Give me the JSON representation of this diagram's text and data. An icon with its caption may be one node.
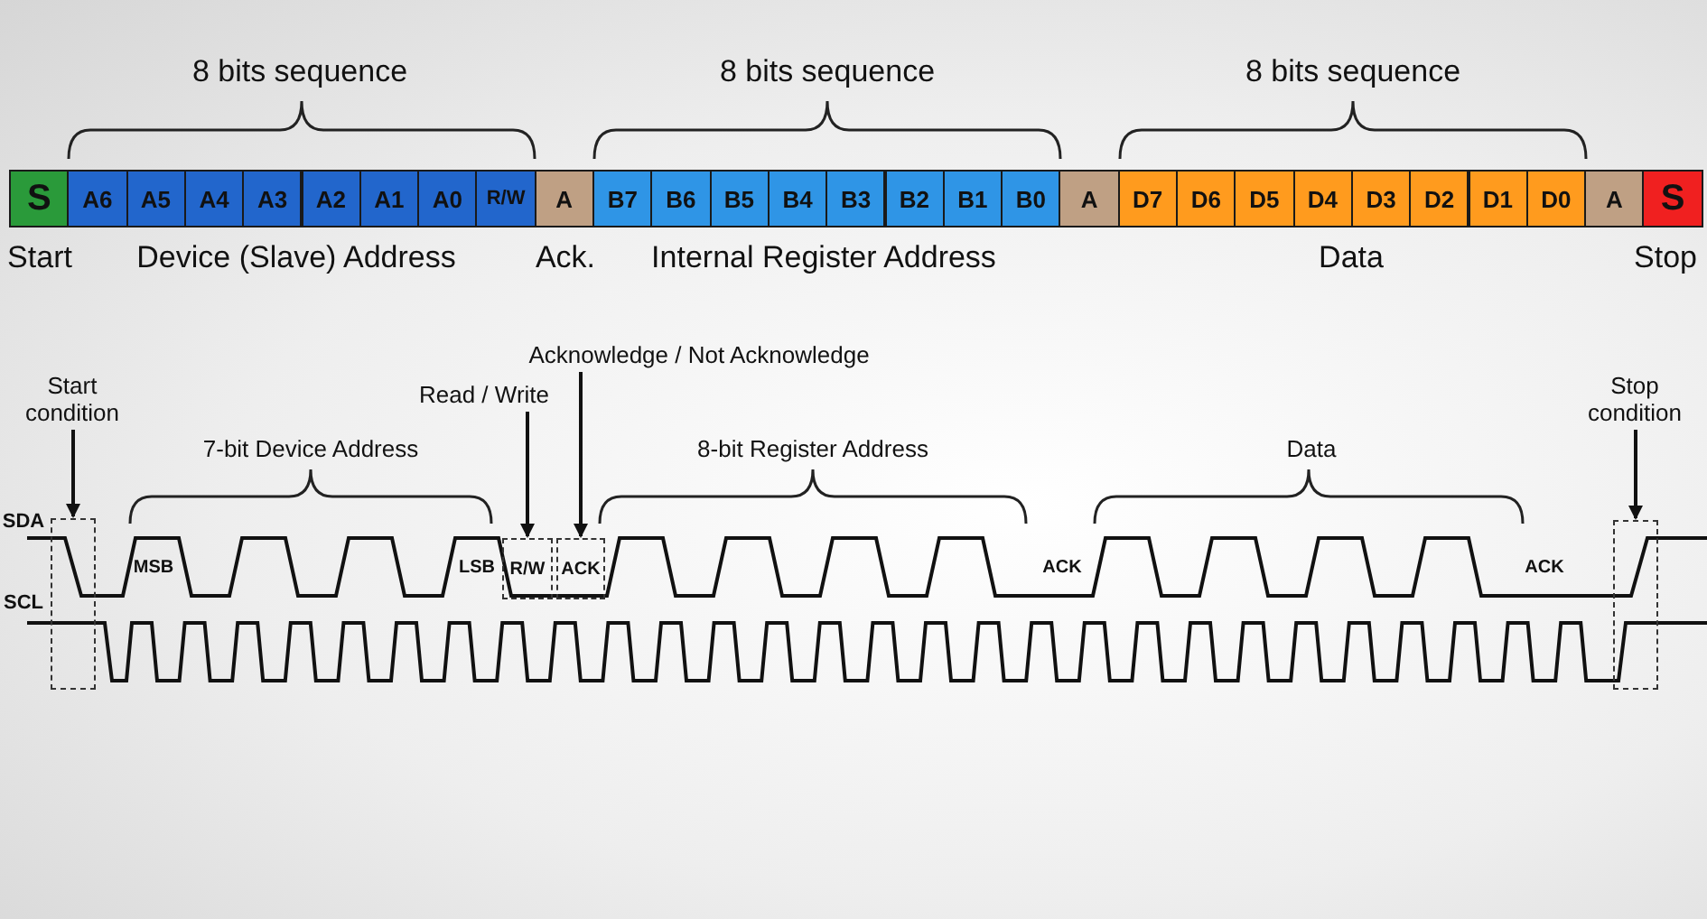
{
  "diagram": {
    "nodes": [
      {
        "text": [
          "S"
        ]
      },
      {
        "text": [
          "A6"
        ]
      },
      {
        "text": [
          "A5"
        ]
      },
      {
        "text": [
          "A4"
        ]
      },
      {
        "text": [
          "A3"
        ]
      },
      {
        "text": [
          "A2"
        ]
      },
      {
        "text": [
          "A1"
        ]
      },
      {
        "text": [
          "A0"
        ]
      },
      {
        "text": [
          "R/W"
        ]
      },
      {
        "text": [
          "A"
        ]
      },
      {
        "text": [
          "B7"
        ]
      },
      {
        "text": [
          "B6"
        ]
      },
      {
        "text": [
          "B5"
        ]
      },
      {
        "text": [
          "B4"
        ]
      },
      {
        "text": [
          "B3"
        ]
      },
      {
        "text": [
          "B2"
        ]
      },
      {
        "text": [
          "B1"
        ]
      },
      {
        "text": [
          "B0"
        ]
      },
      {
        "text": [
          "A"
        ]
      },
      {
        "text": [
          "D7"
        ]
      },
      {
        "text": [
          "D6"
        ]
      },
      {
        "text": [
          "D5"
        ]
      },
      {
        "text": [
          "D4"
        ]
      },
      {
        "text": [
          "D3"
        ]
      },
      {
        "text": [
          "D2"
        ]
      },
      {
        "text": [
          "D1"
        ]
      },
      {
        "text": [
          "D0"
        ]
      },
      {
        "text": [
          "A"
        ]
      },
      {
        "text": [
          "S"
        ]
      },
      {
        "text": [
          "Start condition"
        ]
      },
      {
        "text": [],
        "shape": "box"
      },
      {
        "text": [
          "Read / Write"
        ]
      },
      {
        "text": [
          "R/W"
        ]
      },
      {
        "text": [
          "Acknowledge / Not Acknowledge"
        ]
      },
      {
        "text": [
          "ACK"
        ]
      },
      {
        "text": [
          "Stop condition"
        ]
      },
      {
        "text": [],
        "shape": "box"
      }
    ],
    "edges": [
      {
        "from": 29,
        "to": 30,
        "arrow": "to"
      },
      {
        "from": 31,
        "to": 32,
        "arrow": "to"
      },
      {
        "from": 33,
        "to": 34,
        "arrow": "to"
      },
      {
        "from": 35,
        "to": 36,
        "arrow": "to"
      }
    ],
    "labels": [
      "8 bits sequence",
      "8 bits sequence",
      "8 bits sequence",
      "Start",
      "Device (Slave) Address",
      "Ack.",
      "Internal Register Address",
      "Data",
      "Stop",
      "7-bit Device Address",
      "8-bit Register Address",
      "Data",
      "SDA",
      "MSB",
      "LSB",
      "ACK",
      "ACK",
      "SCL"
    ]
  }
}
